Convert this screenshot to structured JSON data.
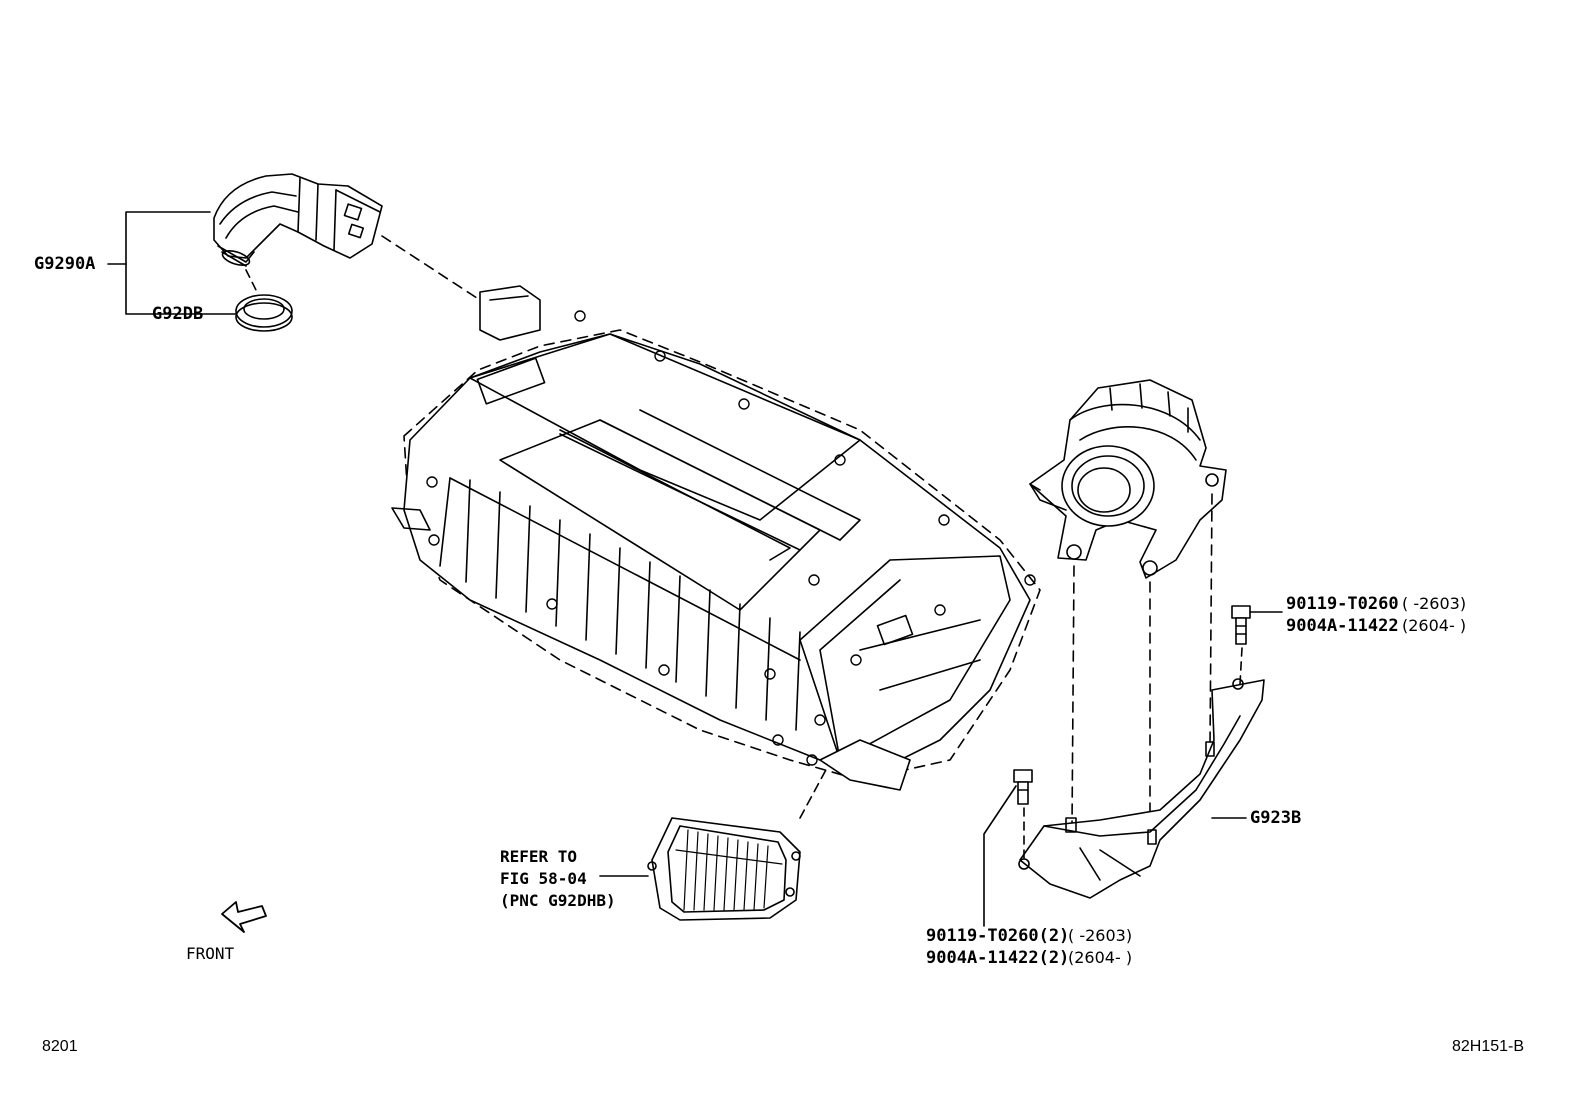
{
  "labels": {
    "g9290a": "G9290A",
    "g92db": "G92DB",
    "g923b": "G923B",
    "bolt_top_1_part": "90119-T0260",
    "bolt_top_1_range": "(        -2603)",
    "bolt_top_2_part": "9004A-11422",
    "bolt_top_2_range": "(2604-        )",
    "bolt_bottom_1_part": "90119-T0260(2)",
    "bolt_bottom_1_range": "(        -2603)",
    "bolt_bottom_2_part": "9004A-11422(2)",
    "bolt_bottom_2_range": "(2604-        )",
    "refer_line1": "REFER TO",
    "refer_line2": "FIG 58-04",
    "refer_line3": "(PNC G92DHB)",
    "front": "FRONT"
  },
  "footer": {
    "left_code": "8201",
    "right_code": "82H151-B"
  },
  "icons": [
    "front-arrow-icon"
  ],
  "colors": {
    "line": "#000000",
    "background": "#ffffff"
  }
}
